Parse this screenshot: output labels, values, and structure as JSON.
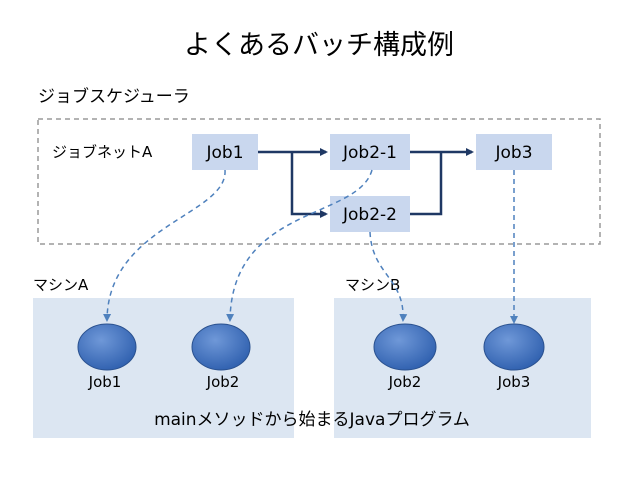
{
  "title": "よくあるバッチ構成例",
  "scheduler": {
    "label": "ジョブスケジューラ",
    "net_label": "ジョブネットA",
    "jobs": {
      "job1": "Job1",
      "job2_1": "Job2-1",
      "job2_2": "Job2-2",
      "job3": "Job3"
    }
  },
  "machine_a": {
    "label": "マシンA",
    "nodes": [
      "Job1",
      "Job2"
    ]
  },
  "machine_b": {
    "label": "マシンB",
    "nodes": [
      "Job2",
      "Job3"
    ]
  },
  "footer": "mainメソッドから始まるJavaプログラム",
  "colors": {
    "job_box": "#c9d7ee",
    "machine_area": "#dce6f2",
    "node_fill": "#4472c4",
    "arrow": "#1f3864",
    "dashed_arrow": "#4f81bd",
    "border_dashed": "#9a9a9a"
  }
}
